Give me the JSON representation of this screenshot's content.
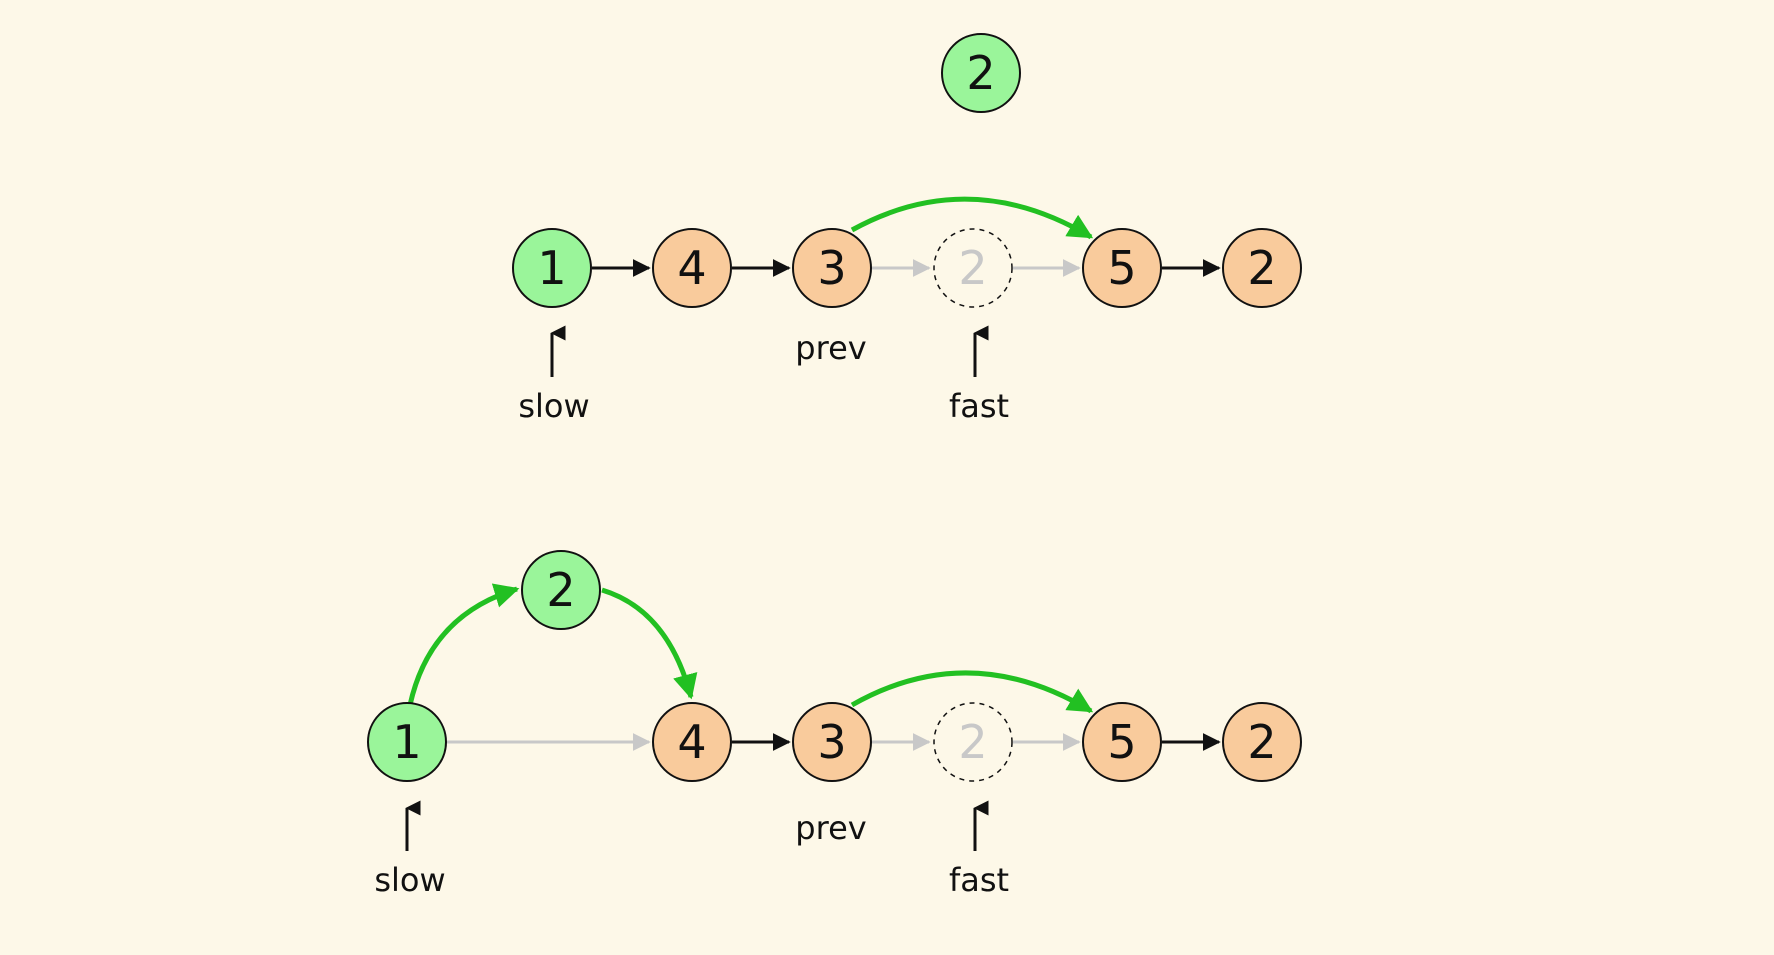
{
  "colors": {
    "background": "#fdf8e8",
    "node_orange": "#f9cb9c",
    "node_green": "#9af59a",
    "node_removed_fill": "none",
    "arrow_black": "#111111",
    "arrow_faded": "#c8c8c8",
    "arrow_green": "#22c022",
    "text_faded": "#c8c8c8"
  },
  "detached_node": {
    "value": "2",
    "state": "green"
  },
  "top_list": {
    "nodes": [
      {
        "value": "1",
        "state": "green"
      },
      {
        "value": "4",
        "state": "orange"
      },
      {
        "value": "3",
        "state": "orange"
      },
      {
        "value": "2",
        "state": "removed"
      },
      {
        "value": "5",
        "state": "orange"
      },
      {
        "value": "2",
        "state": "orange"
      }
    ],
    "labels": {
      "slow": "slow",
      "prev": "prev",
      "fast": "fast"
    }
  },
  "bottom_list": {
    "inserted_node": {
      "value": "2",
      "state": "green"
    },
    "nodes": [
      {
        "value": "1",
        "state": "green"
      },
      {
        "value": "4",
        "state": "orange"
      },
      {
        "value": "3",
        "state": "orange"
      },
      {
        "value": "2",
        "state": "removed"
      },
      {
        "value": "5",
        "state": "orange"
      },
      {
        "value": "2",
        "state": "orange"
      }
    ],
    "labels": {
      "slow": "slow",
      "prev": "prev",
      "fast": "fast"
    }
  }
}
